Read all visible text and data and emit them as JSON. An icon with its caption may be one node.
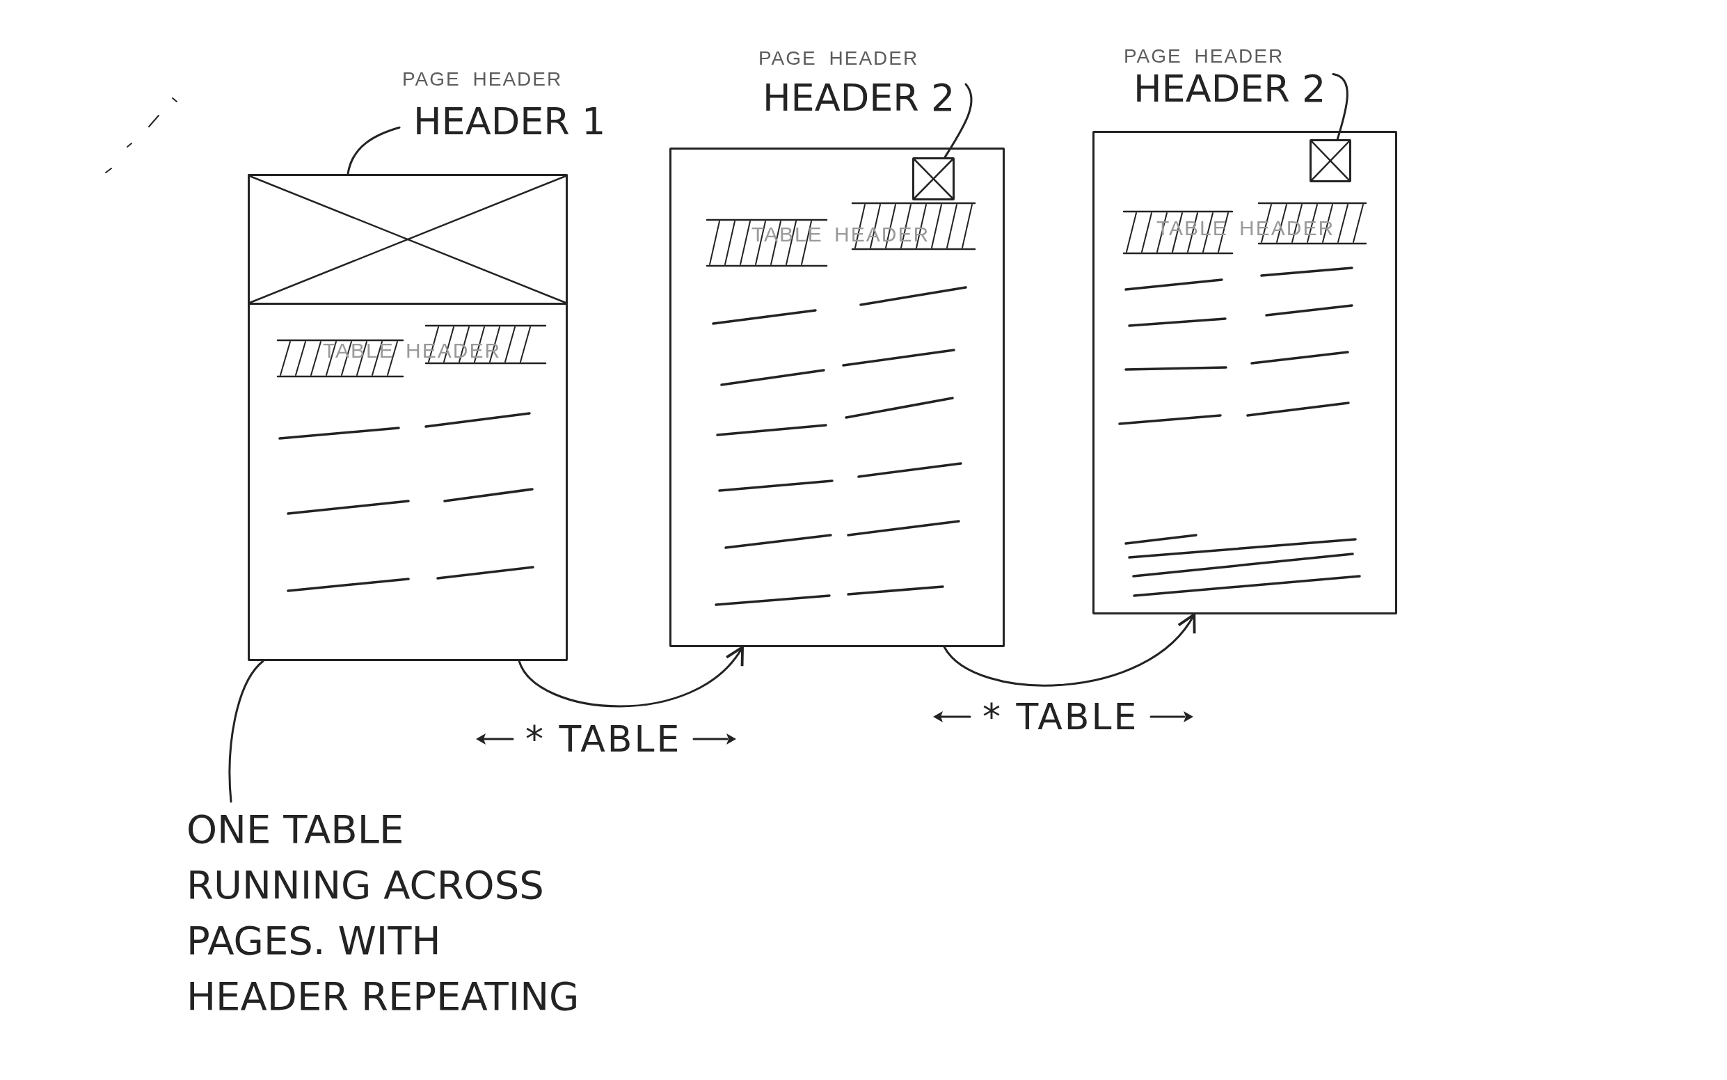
{
  "diagram": {
    "nodes": [
      {
        "text": [
          "PAGE HEADER",
          "HEADER 1"
        ]
      },
      {
        "text": [],
        "shape": "box"
      },
      {
        "text": [],
        "shape": "box",
        "in": 1
      },
      {
        "text": [
          "TABLE HEADER"
        ],
        "in": 1
      },
      {
        "text": [
          "PAGE HEADER",
          "HEADER 2"
        ]
      },
      {
        "text": [],
        "shape": "box"
      },
      {
        "text": [],
        "shape": "box",
        "in": 5
      },
      {
        "text": [
          "TABLE HEADER"
        ],
        "in": 5
      },
      {
        "text": [
          "PAGE HEADER",
          "HEADER 2"
        ]
      },
      {
        "text": [],
        "shape": "box"
      },
      {
        "text": [],
        "shape": "box",
        "in": 9
      },
      {
        "text": [
          "TABLE HEADER"
        ],
        "in": 9
      },
      {
        "text": [
          "ONE TABLE RUNNING ACROSS PAGES. WITH HEADER REPEATING"
        ]
      }
    ],
    "edges": [
      {
        "from": 0,
        "to": 2,
        "arrow": "none"
      },
      {
        "from": 4,
        "to": 6,
        "arrow": "none"
      },
      {
        "from": 8,
        "to": 10,
        "arrow": "none"
      },
      {
        "from": 1,
        "to": 5,
        "arrow": "to"
      },
      {
        "from": 5,
        "to": 9,
        "arrow": "to"
      },
      {
        "from": 12,
        "to": 1,
        "arrow": "none"
      }
    ],
    "labels": [
      "* TABLE",
      "* TABLE"
    ]
  }
}
